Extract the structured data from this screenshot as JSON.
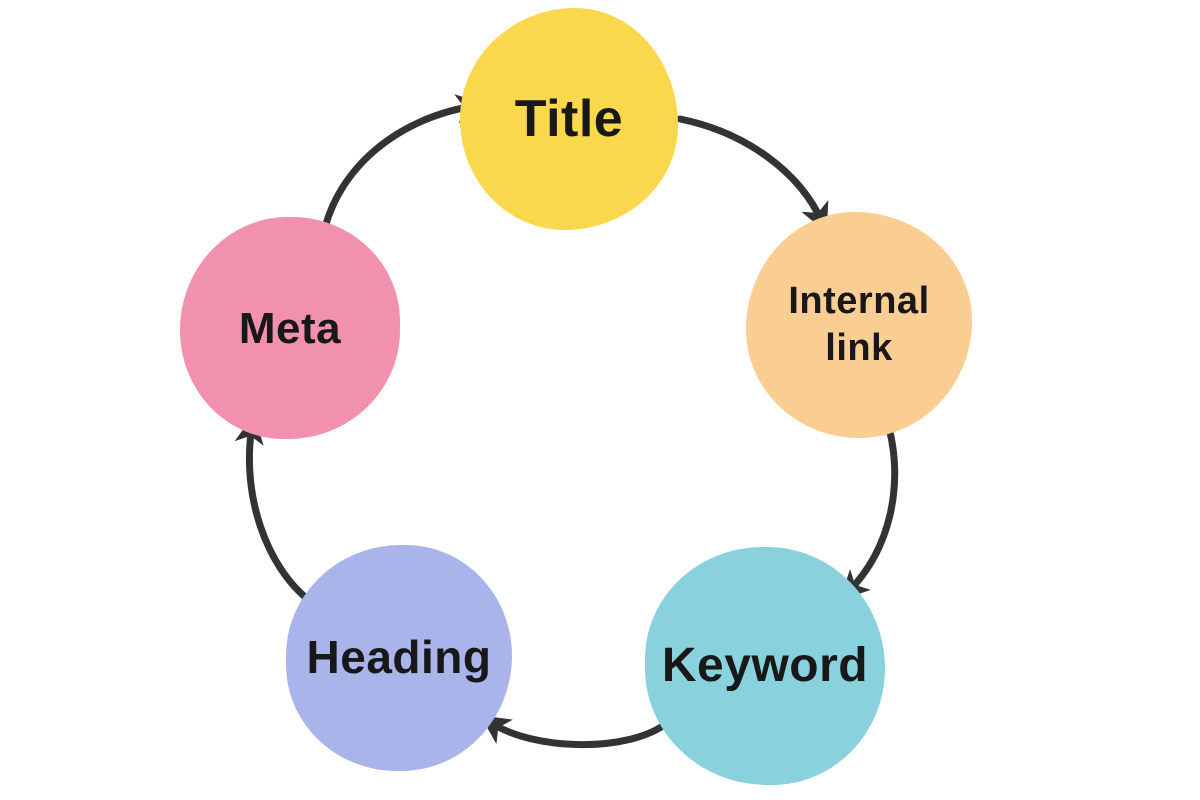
{
  "diagram": {
    "type": "cycle",
    "background": "#FFFFFF",
    "arrow_color": "#333333",
    "text_color": "#181818",
    "nodes": [
      {
        "id": "title",
        "label": "Title",
        "color": "#FAD84E",
        "position": "top"
      },
      {
        "id": "internal-link",
        "label": "Internal link",
        "color": "#FACD92",
        "position": "right"
      },
      {
        "id": "keyword",
        "label": "Keyword",
        "color": "#8AD1DE",
        "position": "bottom-right"
      },
      {
        "id": "heading",
        "label": "Heading",
        "color": "#A9B5EA",
        "position": "bottom-left"
      },
      {
        "id": "meta",
        "label": "Meta",
        "color": "#F291AD",
        "position": "left"
      }
    ],
    "edges": [
      {
        "from": "Meta",
        "to": "Title"
      },
      {
        "from": "Title",
        "to": "Internal link"
      },
      {
        "from": "Internal link",
        "to": "Keyword"
      },
      {
        "from": "Keyword",
        "to": "Heading"
      },
      {
        "from": "Heading",
        "to": "Meta"
      }
    ]
  }
}
